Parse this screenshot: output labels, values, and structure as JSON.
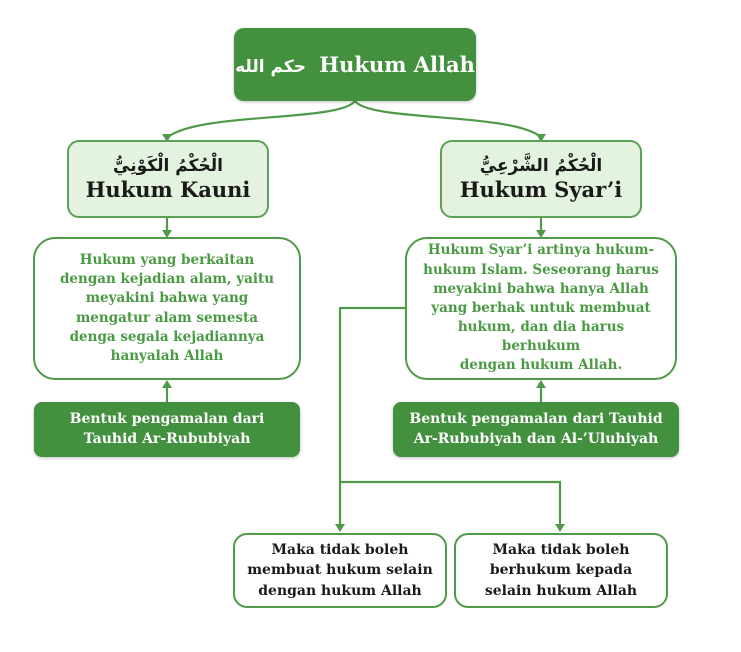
{
  "colors": {
    "primary_green": "#43913f",
    "light_green_fill": "#e4f2e0",
    "border_green": "#5aa153",
    "text_green": "#4a9a43",
    "text_dark": "#1a1a1a"
  },
  "root": {
    "arabic": "حكم الله",
    "title": "Hukum Allah"
  },
  "left": {
    "arabic": "الْحُكْمُ الْكَوْنِيُّ",
    "title": "Hukum Kauni",
    "description": "Hukum yang berkaitan dengan kejadian alam, yaitu meyakini bahwa yang mengatur alam semesta denga segala kejadiannya hanyalah Allah",
    "description_lines": [
      "Hukum yang berkaitan",
      "dengan kejadian alam, yaitu",
      "meyakini bahwa yang",
      "mengatur alam semesta",
      "denga segala kejadiannya",
      "hanyalah Allah"
    ],
    "practice_lines": [
      "Bentuk pengamalan dari",
      "Tauhid Ar-Rububiyah"
    ]
  },
  "right": {
    "arabic": "الْحُكْمُ الشَّرْعِيُّ",
    "title": "Hukum Syar’i",
    "description_lines": [
      "Hukum Syar’i artinya hukum-",
      "hukum Islam. Seseorang harus",
      "meyakini bahwa hanya Allah",
      "yang berhak untuk membuat",
      "hukum, dan dia harus berhukum",
      "dengan hukum Allah."
    ],
    "practice_lines": [
      "Bentuk pengamalan dari Tauhid",
      "Ar-Rububiyah dan Al-’Uluhiyah"
    ]
  },
  "consequences": [
    {
      "lines": [
        "Maka tidak boleh",
        "membuat hukum selain",
        "dengan hukum Allah"
      ]
    },
    {
      "lines": [
        "Maka tidak boleh",
        "berhukum kepada",
        "selain hukum Allah"
      ]
    }
  ]
}
